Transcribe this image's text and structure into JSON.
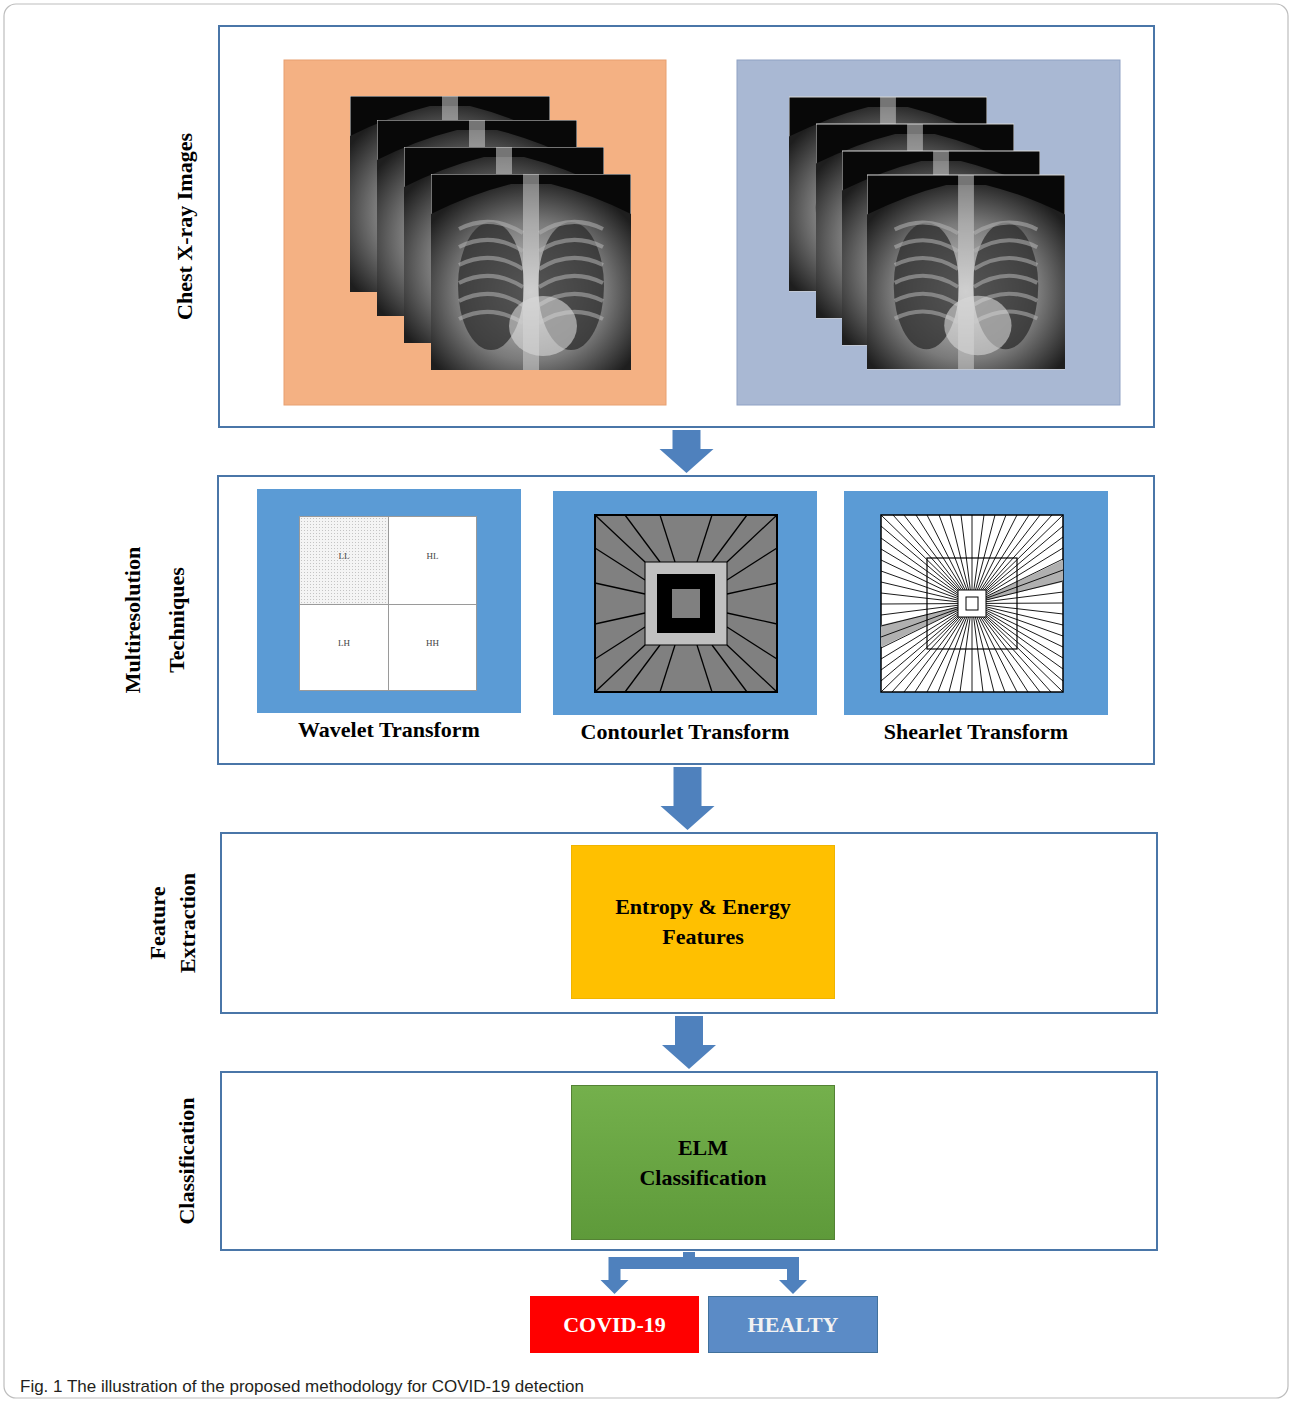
{
  "diagram": {
    "caption": "Fig. 1 The illustration of the proposed methodology for COVID-19 detection",
    "nodes": [
      {
        "text": [
          "Chest X-ray Images"
        ]
      },
      {
        "text": [
          "Multiresolution Techniques"
        ]
      },
      {
        "text": [
          "Wavelet Transform"
        ],
        "in": 1
      },
      {
        "text": [
          "LL"
        ],
        "in": 2
      },
      {
        "text": [
          "HL"
        ],
        "in": 2
      },
      {
        "text": [
          "LH"
        ],
        "in": 2
      },
      {
        "text": [
          "HH"
        ],
        "in": 2
      },
      {
        "text": [
          "Contourlet Transform"
        ],
        "in": 1
      },
      {
        "text": [
          "Shearlet Transform"
        ],
        "in": 1
      },
      {
        "text": [
          "Feature Extraction"
        ]
      },
      {
        "text": [
          "Entropy & Energy Features"
        ],
        "in": 9
      },
      {
        "text": [
          "Classification"
        ]
      },
      {
        "text": [
          "ELM Classification"
        ],
        "in": 11
      },
      {
        "text": [
          "COVID-19"
        ]
      },
      {
        "text": [
          "HEALTY"
        ]
      }
    ],
    "edges": [
      {
        "from": 0,
        "to": 1,
        "arrow": "to"
      },
      {
        "from": 1,
        "to": 9,
        "arrow": "to"
      },
      {
        "from": 9,
        "to": 11,
        "arrow": "to"
      },
      {
        "from": 11,
        "to": 13,
        "arrow": "to"
      },
      {
        "from": 11,
        "to": 14,
        "arrow": "to"
      }
    ]
  }
}
